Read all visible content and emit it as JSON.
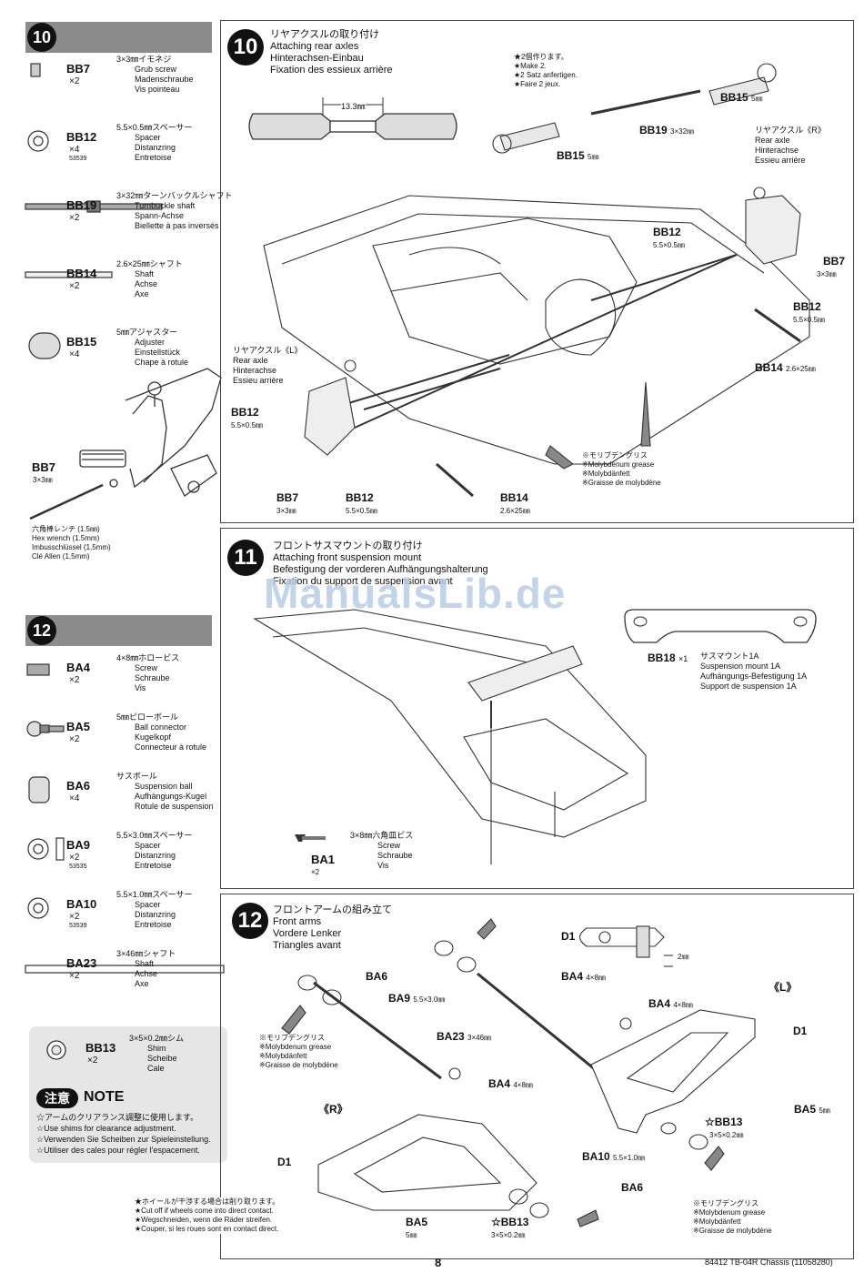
{
  "watermark": "ManualsLib.de",
  "footer": {
    "page": "8",
    "code": "84412 TB-04R Chassis (11058280)"
  },
  "left": {
    "step10_num": "10",
    "step12_num": "12",
    "parts10": [
      {
        "code": "BB7",
        "qty": "×2",
        "num": "",
        "lines": [
          "3×3㎜イモネジ",
          "Grub screw",
          "Madenschraube",
          "Vis pointeau"
        ]
      },
      {
        "code": "BB12",
        "qty": "×4",
        "num": "53539",
        "lines": [
          "5.5×0.5㎜スペーサー",
          "Spacer",
          "Distanzring",
          "Entretoise"
        ]
      },
      {
        "code": "BB19",
        "qty": "×2",
        "num": "",
        "lines": [
          "3×32㎜ターンバックルシャフト",
          "Turnbuckle shaft",
          "Spann-Achse",
          "Biellette à pas inversés"
        ]
      },
      {
        "code": "BB14",
        "qty": "×2",
        "num": "",
        "lines": [
          "2.6×25㎜シャフト",
          "Shaft",
          "Achse",
          "Axe"
        ]
      },
      {
        "code": "BB15",
        "qty": "×4",
        "num": "",
        "lines": [
          "5㎜アジャスター",
          "Adjuster",
          "Einstellstück",
          "Chape à rotule"
        ]
      }
    ],
    "bb7_label": "BB7",
    "bb7_size": "3×3㎜",
    "wrench": [
      "六角棒レンチ (1.5㎜)",
      "Hex wrench (1.5mm)",
      "Imbusschlüssel (1,5mm)",
      "Clé Allen (1,5mm)"
    ],
    "parts12": [
      {
        "code": "BA4",
        "qty": "×2",
        "num": "",
        "lines": [
          "4×8㎜ホロービス",
          "Screw",
          "Schraube",
          "Vis"
        ]
      },
      {
        "code": "BA5",
        "qty": "×2",
        "num": "",
        "lines": [
          "5㎜ピローボール",
          "Ball connector",
          "Kugelkopf",
          "Connecteur à rotule"
        ]
      },
      {
        "code": "BA6",
        "qty": "×4",
        "num": "",
        "lines": [
          "サスボール",
          "Suspension ball",
          "Aufhängungs-Kugel",
          "Rotule de suspension"
        ]
      },
      {
        "code": "BA9",
        "qty": "×2",
        "num": "53535",
        "lines": [
          "5.5×3.0㎜スペーサー",
          "Spacer",
          "Distanzring",
          "Entretoise"
        ]
      },
      {
        "code": "BA10",
        "qty": "×2",
        "num": "53539",
        "lines": [
          "5.5×1.0㎜スペーサー",
          "Spacer",
          "Distanzring",
          "Entretoise"
        ]
      },
      {
        "code": "BA23",
        "qty": "×2",
        "num": "",
        "lines": [
          "3×46㎜シャフト",
          "Shaft",
          "Achse",
          "Axe"
        ]
      }
    ],
    "note": {
      "part_code": "BB13",
      "part_qty": "×2",
      "part_lines": [
        "3×5×0.2㎜シム",
        "Shim",
        "Scheibe",
        "Cale"
      ],
      "badge": "注意",
      "title": "NOTE",
      "lines": [
        "☆アームのクリアランス調整に使用します。",
        "☆Use shims for clearance adjustment.",
        "☆Verwenden Sie Scheiben zur Spieleinstellung.",
        "☆Utiliser des cales pour régler l'espacement."
      ]
    }
  },
  "step10": {
    "num": "10",
    "title": [
      "リヤアクスルの取り付け",
      "Attaching rear axles",
      "Hinterachsen-Einbau",
      "Fixation des essieux arrière"
    ],
    "dim": "13.3㎜",
    "make2": [
      "★2個作ります。",
      "★Make 2.",
      "★2 Satz anfertigen.",
      "★Faire 2 jeux."
    ],
    "rear_r": [
      "リヤアクスル《R》",
      "Rear axle",
      "Hinterachse",
      "Essieu arrière"
    ],
    "rear_l": [
      "リヤアクスル《L》",
      "Rear axle",
      "Hinterachse",
      "Essieu arrière"
    ],
    "grease": [
      "※モリブデングリス",
      "※Molybdenum grease",
      "※Molybdänfett",
      "※Graisse de molybdène"
    ],
    "labels": {
      "bb15a": "BB15",
      "bb15a_s": "5㎜",
      "bb19": "BB19",
      "bb19_s": "3×32㎜",
      "bb15b": "BB15",
      "bb15b_s": "5㎜",
      "bb12r": "BB12",
      "bb12r_s": "5.5×0.5㎜",
      "bb7r": "BB7",
      "bb7r_s": "3×3㎜",
      "bb12r2": "BB12",
      "bb12r2_s": "5.5×0.5㎜",
      "bb14r": "BB14",
      "bb14r_s": "2.6×25㎜",
      "bb12l": "BB12",
      "bb12l_s": "5.5×0.5㎜",
      "bb7l": "BB7",
      "bb7l_s": "3×3㎜",
      "bb12l2": "BB12",
      "bb12l2_s": "5.5×0.5㎜",
      "bb14l": "BB14",
      "bb14l_s": "2.6×25㎜"
    }
  },
  "step11": {
    "num": "11",
    "title": [
      "フロントサスマウントの取り付け",
      "Attaching front suspension mount",
      "Befestigung der vorderen Aufhängungshalterung",
      "Fixation du support de suspension avant"
    ],
    "bb18": "BB18",
    "bb18_qty": "×1",
    "bb18_lines": [
      "サスマウント1A",
      "Suspension mount 1A",
      "Aufhängungs-Befestigung 1A",
      "Support de suspension 1A"
    ],
    "ba1": "BA1",
    "ba1_qty": "×2",
    "ba1_lines": [
      "3×8㎜六角皿ビス",
      "Screw",
      "Schraube",
      "Vis"
    ]
  },
  "step12": {
    "num": "12",
    "title": [
      "フロントアームの組み立て",
      "Front arms",
      "Vordere Lenker",
      "Triangles avant"
    ],
    "grease": [
      "※モリブデングリス",
      "※Molybdenum grease",
      "※Molybdänfett",
      "※Graisse de molybdène"
    ],
    "grease2": [
      "※モリブデングリス",
      "※Molybdenum grease",
      "※Molybdänfett",
      "※Graisse de molybdène"
    ],
    "caution": [
      "★ホイールが干渉する場合は削り取ります。",
      "★Cut off if wheels come into direct contact.",
      "★Wegschneiden, wenn die Räder streifen.",
      "★Couper, si les roues sont en contact direct."
    ],
    "left_tag": "《L》",
    "right_tag": "《R》",
    "labels": {
      "d1a": "D1",
      "ba4a": "BA4",
      "ba4a_s": "4×8㎜",
      "mm2": "2㎜",
      "ba6a": "BA6",
      "ba9": "BA9",
      "ba9_s": "5.5×3.0㎜",
      "ba23": "BA23",
      "ba23_s": "3×46㎜",
      "ba4b": "BA4",
      "ba4b_s": "4×8㎜",
      "ba4c": "BA4",
      "ba4c_s": "4×8㎜",
      "d1b": "D1",
      "ba5a": "BA5",
      "ba5a_s": "5㎜",
      "bb13a": "☆BB13",
      "bb13a_s": "3×5×0.2㎜",
      "d1c": "D1",
      "ba10": "BA10",
      "ba10_s": "5.5×1.0㎜",
      "ba6b": "BA6",
      "ba5b": "BA5",
      "ba5b_s": "5㎜",
      "bb13b": "☆BB13",
      "bb13b_s": "3×5×0.2㎜"
    }
  }
}
